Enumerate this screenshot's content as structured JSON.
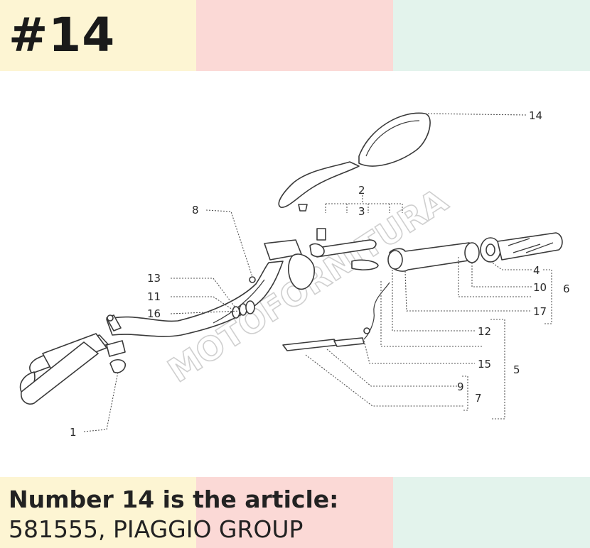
{
  "header": {
    "tag": "#14",
    "colors": [
      "#fdf5d3",
      "#fbd9d6",
      "#e3f3ec"
    ]
  },
  "footer": {
    "line1": "Number 14 is the article:",
    "line2": "581555, PIAGGIO GROUP"
  },
  "diagram": {
    "watermark": "MOTOFORNITURA",
    "callouts": [
      "14",
      "2",
      "3",
      "8",
      "13",
      "11",
      "16",
      "1",
      "4",
      "10",
      "6",
      "17",
      "12",
      "15",
      "5",
      "9",
      "7"
    ]
  }
}
